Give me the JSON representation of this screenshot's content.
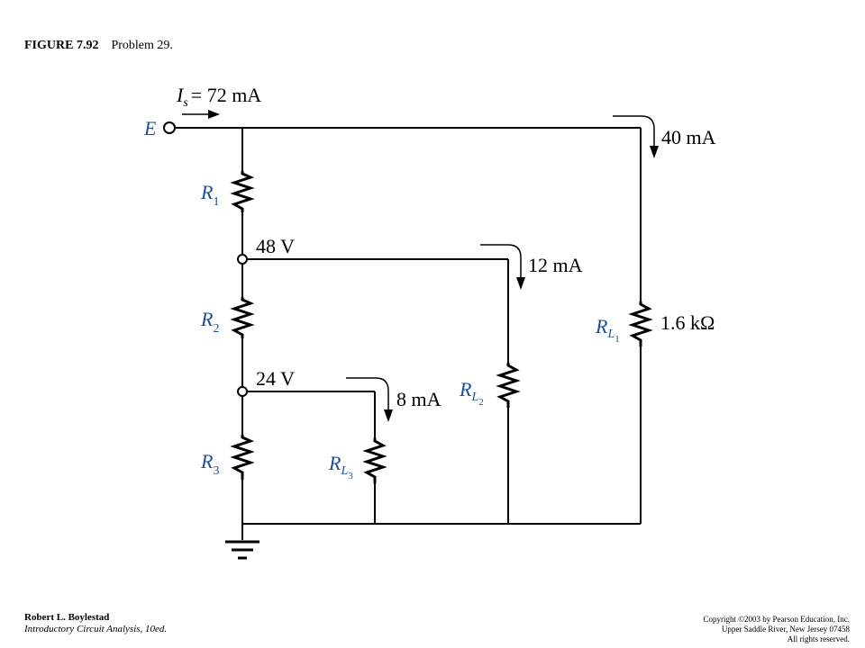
{
  "caption": {
    "figure_number": "FIGURE 7.92",
    "title": "Problem 29."
  },
  "labels": {
    "source_current": "= 72 mA",
    "source_current_symbol": "I",
    "source_current_sub": "s",
    "source": "E",
    "r1": "R",
    "r1_sub": "1",
    "r2": "R",
    "r2_sub": "2",
    "r3": "R",
    "r3_sub": "3",
    "rl1": "R",
    "rl1_sub": "L",
    "rl1_subsub": "1",
    "rl1_value": "1.6 kΩ",
    "rl2": "R",
    "rl2_sub": "L",
    "rl2_subsub": "2",
    "rl3": "R",
    "rl3_sub": "L",
    "rl3_subsub": "3",
    "node_48": "48 V",
    "node_24": "24 V",
    "i_rl1": "40 mA",
    "i_rl2": "12 mA",
    "i_rl3": "8 mA"
  },
  "colors": {
    "symbol_blue": "#1f4e99"
  },
  "footer": {
    "author": "Robert L. Boylestad",
    "book": "Introductory Circuit Analysis, 10ed.",
    "copyright_line1": "Copyright ©2003 by Pearson Education, Inc.",
    "copyright_line2": "Upper Saddle River, New Jersey 07458",
    "copyright_line3": "All rights reserved."
  }
}
